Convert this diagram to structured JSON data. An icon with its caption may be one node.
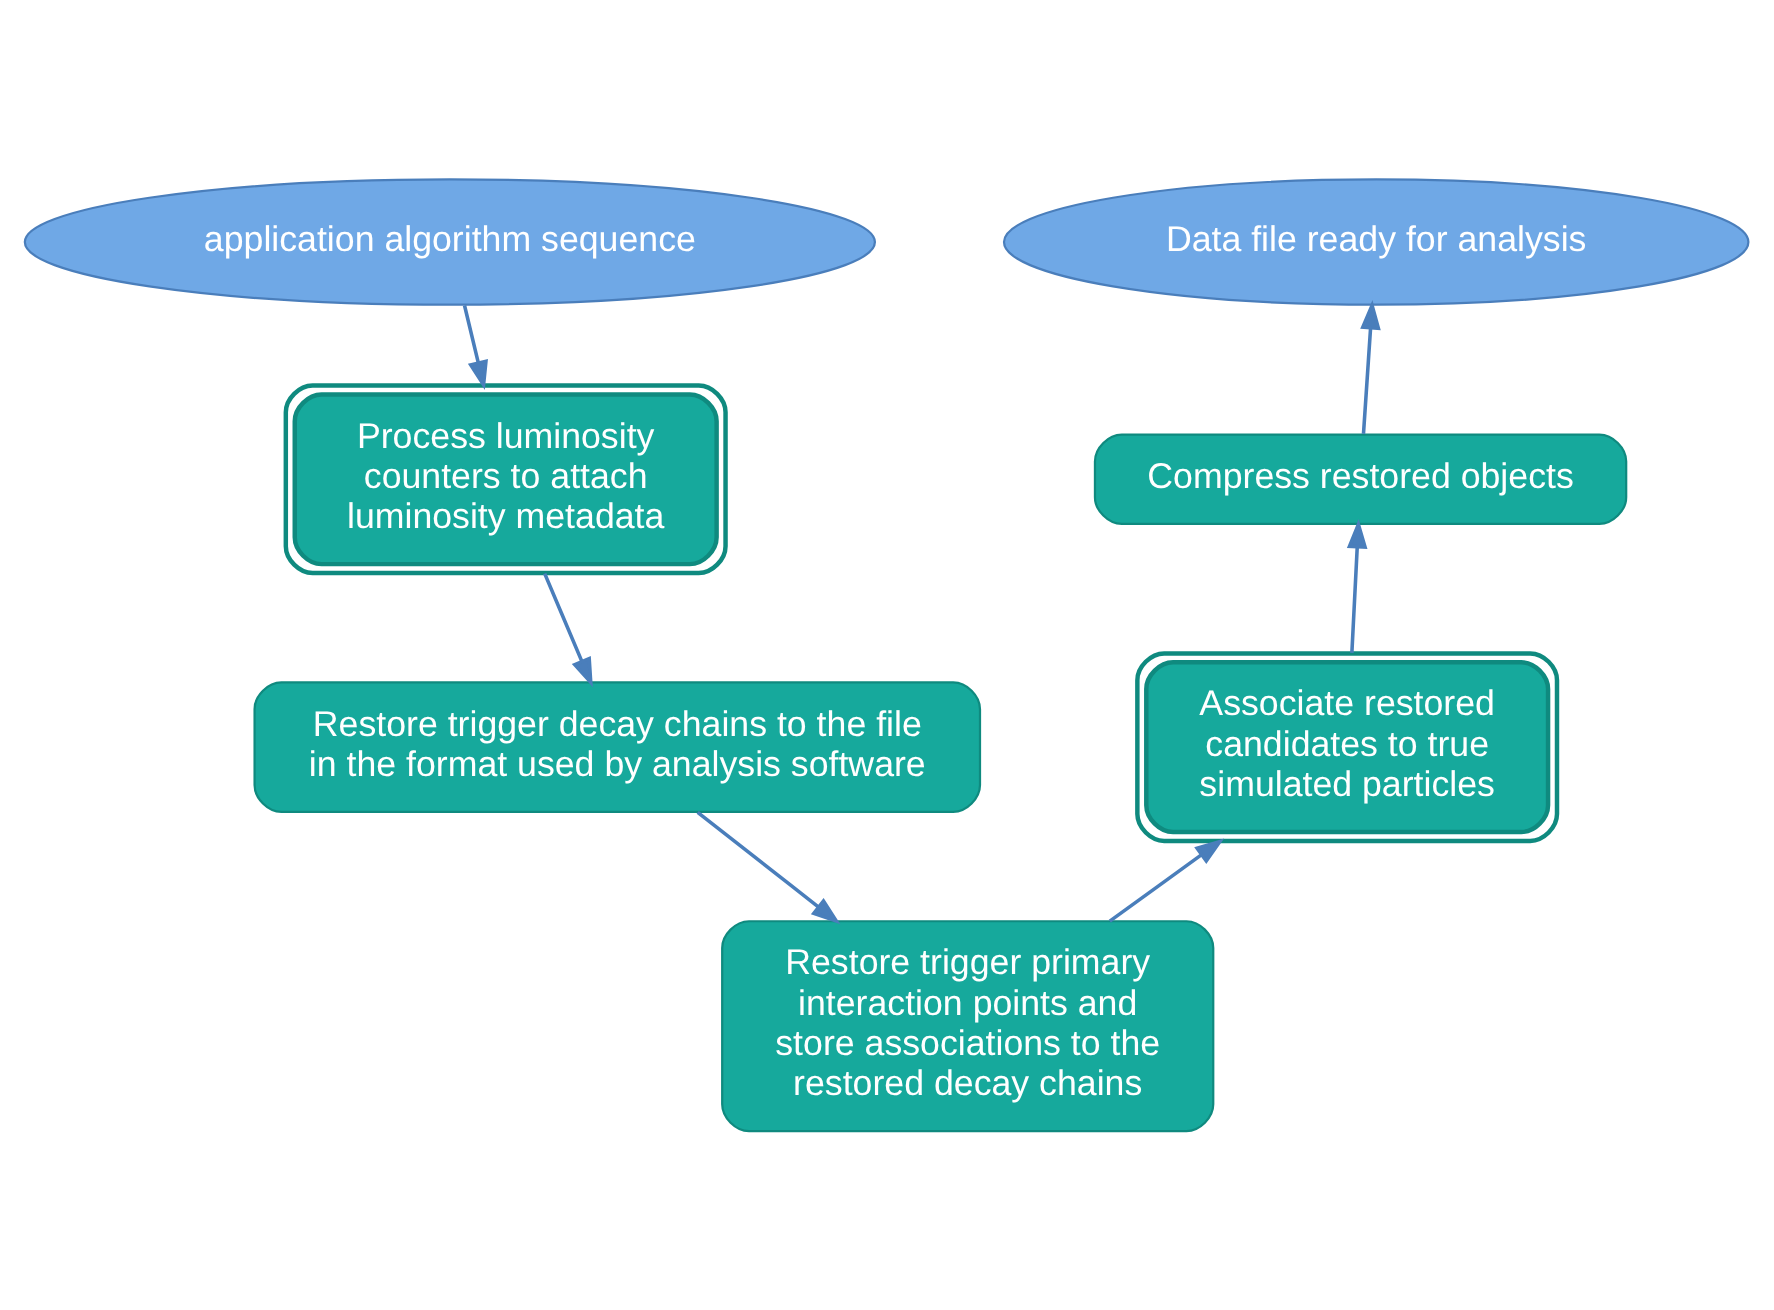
{
  "diagram": {
    "nodes": [
      {
        "text": [
          "application algorithm sequence"
        ]
      },
      {
        "text": [
          "Process luminosity counters to attach luminosity metadata"
        ]
      },
      {
        "text": [
          "Restore trigger decay chains to the file in the format used by analysis software"
        ]
      },
      {
        "text": [
          "Restore trigger primary interaction points and store associations to the restored decay chains"
        ]
      },
      {
        "text": [
          "Associate restored candidates to true simulated particles"
        ]
      },
      {
        "text": [
          "Compress restored objects"
        ]
      },
      {
        "text": [
          "Data file ready for analysis"
        ]
      }
    ],
    "edges": [
      {
        "from": 0,
        "to": 1,
        "arrow": "to"
      },
      {
        "from": 1,
        "to": 2,
        "arrow": "to"
      },
      {
        "from": 2,
        "to": 3,
        "arrow": "to"
      },
      {
        "from": 3,
        "to": 4,
        "arrow": "to"
      },
      {
        "from": 4,
        "to": 5,
        "arrow": "to"
      },
      {
        "from": 5,
        "to": 6,
        "arrow": "to"
      }
    ]
  }
}
